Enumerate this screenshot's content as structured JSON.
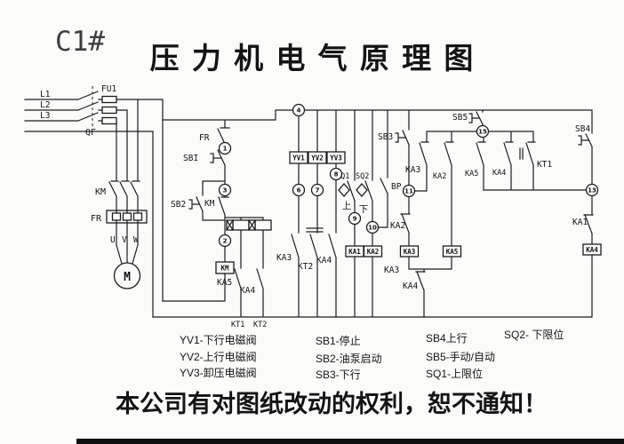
{
  "header": {
    "drawing_no": "C1#",
    "title": "压 力 机 电 气 原 理 图"
  },
  "footer": {
    "notice": "本公司有对图纸改动的权利，恕不通知！"
  },
  "power": {
    "l1": "L1",
    "l2": "L2",
    "l3": "L3",
    "breaker": "QF",
    "fuse": "FU1",
    "contactor": "KM",
    "thermal": "FR",
    "u": "U",
    "v": "V",
    "w": "W",
    "motor": "M"
  },
  "contacts": {
    "fr": "FR",
    "sb1": "SBI",
    "sb2": "SB2",
    "km_hold": "KM",
    "sb3": "SB3",
    "sb4": "SB4",
    "sb5": "SB5",
    "bp": "BP",
    "sq1": "SQ1",
    "sq2": "SQ2",
    "up": "上",
    "down": "下",
    "ka3_mid": "KA3",
    "kt2_mid": "KT2",
    "ka4_mid": "KA4",
    "ka3_row": "KA3",
    "ka2_row": "KA2",
    "ka5_row": "KA5",
    "ka4_row": "KA4",
    "kt1_row": "KT1",
    "ka2_nc": "KA2",
    "ka1_nc": "KA1",
    "ka4_nc": "KA4",
    "ka3_junction": "KA3",
    "ka5_left": "KA5",
    "ka4_left": "KA4",
    "kt1_tag": "KT1",
    "kt2_tag": "KT2"
  },
  "coils": {
    "yv1": "YV1",
    "yv2": "YV2",
    "yv3": "YV3",
    "ka1": "KA1",
    "ka2": "KA2",
    "ka3": "KA3",
    "ka5": "KA5",
    "ka4": "KA4",
    "km": "KM"
  },
  "nodes": {
    "n1": "1",
    "n2": "2",
    "n3": "3",
    "n4": "4",
    "n6": "6",
    "n7": "7",
    "n8": "8",
    "n9": "9",
    "n10": "10",
    "n11": "11",
    "n13": "13",
    "n15": "15"
  },
  "legend": {
    "col1": [
      "YV1-下行电磁阀",
      "YV2-上行电磁阀",
      "YV3-卸压电磁阀"
    ],
    "col2": [
      "SB1-停止",
      "SB2-油泵启动",
      "SB3-下行"
    ],
    "col3": [
      "SB4上行",
      "SB5-手动/自动",
      "SQ1-上限位"
    ],
    "col4": [
      "SQ2- 下限位"
    ]
  },
  "colors": {
    "ink": "#1c1c1c",
    "paper": "#fbfbf9"
  }
}
